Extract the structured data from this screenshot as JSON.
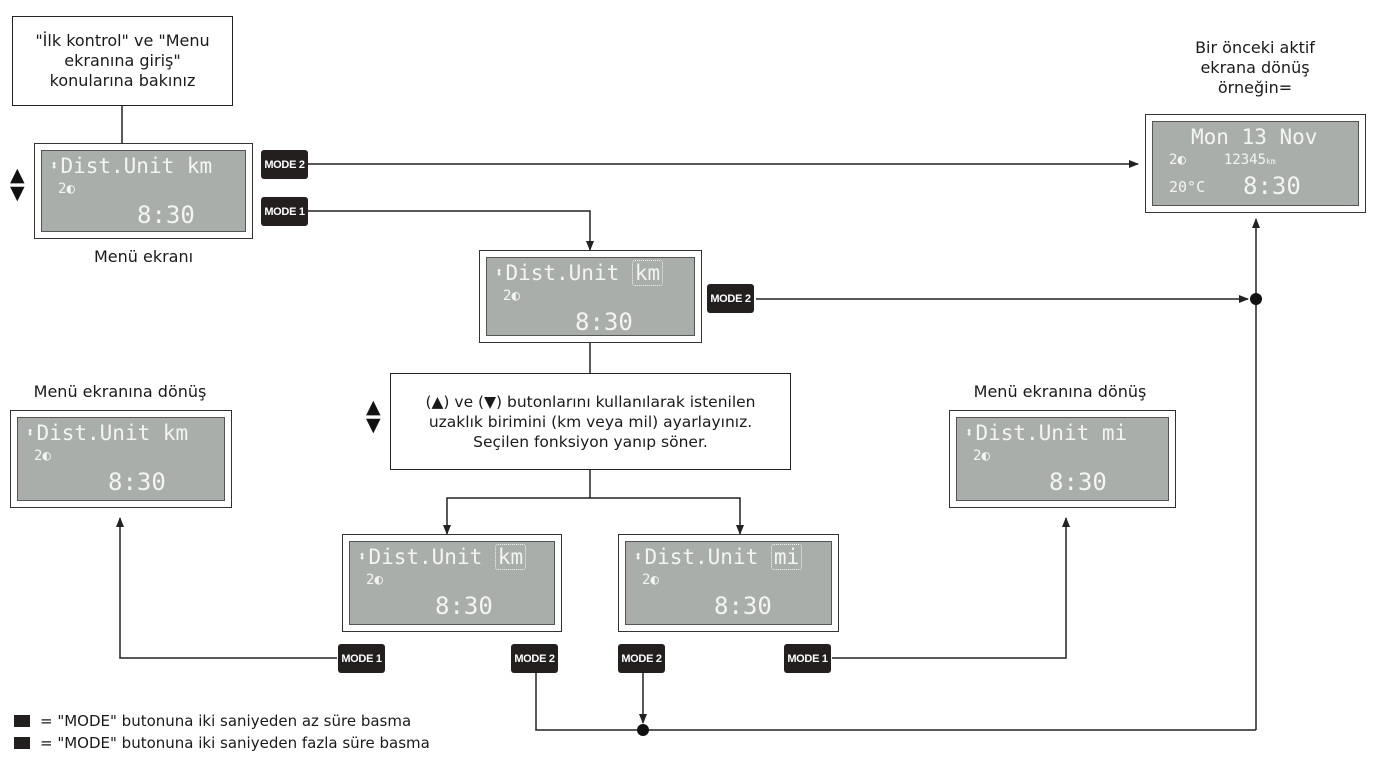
{
  "notes": {
    "intro": [
      "\"İlk kontrol\" ve \"Menu",
      "ekranına giriş\"",
      "konularına bakınız"
    ],
    "instruction": [
      "(▲) ve (▼) butonlarını kullanılarak istenilen",
      "uzaklık birimini (km veya mil) ayarlayınız.",
      "Seçilen fonksiyon yanıp söner."
    ]
  },
  "captions": {
    "menu_screen": "Menü ekranı",
    "return_left": "Menü ekranına dönüş",
    "return_right": "Menü ekranına dönüş",
    "prev_screen": [
      "Bir önceki aktif",
      "ekrana dönüş",
      "örneğin="
    ]
  },
  "screens": {
    "menu": {
      "label": "Dist.Unit",
      "unit": "km",
      "gear": "2",
      "time": "8:30"
    },
    "select": {
      "label": "Dist.Unit",
      "unit": "km",
      "gear": "2",
      "time": "8:30"
    },
    "option_km": {
      "label": "Dist.Unit",
      "unit": "km",
      "gear": "2",
      "time": "8:30"
    },
    "option_mi": {
      "label": "Dist.Unit",
      "unit": "mi",
      "gear": "2",
      "time": "8:30"
    },
    "return_km": {
      "label": "Dist.Unit",
      "unit": "km",
      "gear": "2",
      "time": "8:30"
    },
    "return_mi": {
      "label": "Dist.Unit",
      "unit": "mi",
      "gear": "2",
      "time": "8:30"
    },
    "previous": {
      "day": "Mon 13 Nov",
      "gear": "2",
      "odometer": "12345",
      "odometer_unit": "km",
      "temp": "20°C",
      "time": "8:30"
    }
  },
  "buttons": {
    "mode1": "MODE 1",
    "mode2": "MODE 2"
  },
  "icons": {
    "updown": {
      "up": "▲",
      "down": "▼"
    },
    "light": "◐"
  },
  "legend": {
    "mode1_text": "= \"MODE\" butonuna iki saniyeden az süre basma",
    "mode2_text": "= \"MODE\" butonuna iki saniyeden fazla süre basma"
  }
}
